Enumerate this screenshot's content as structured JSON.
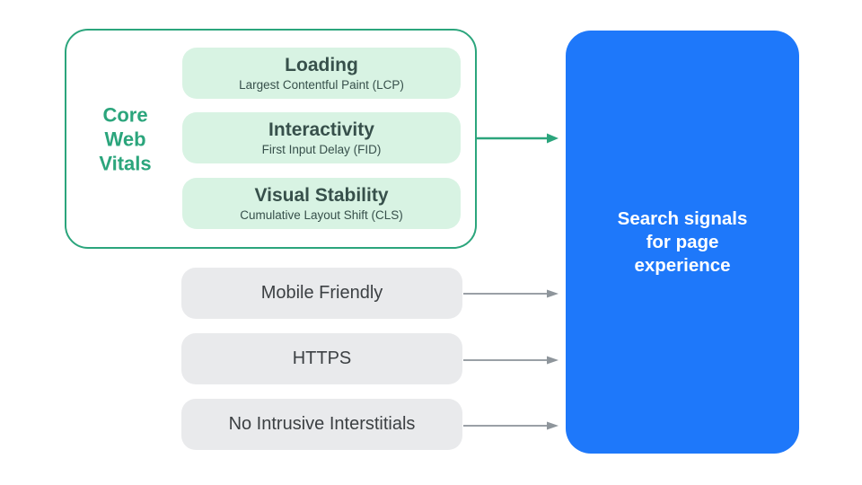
{
  "diagram": {
    "core_web_vitals": {
      "label": "Core Web Vitals",
      "metrics": [
        {
          "title": "Loading",
          "subtitle": "Largest Contentful Paint (LCP)"
        },
        {
          "title": "Interactivity",
          "subtitle": "First Input Delay (FID)"
        },
        {
          "title": "Visual Stability",
          "subtitle": "Cumulative Layout Shift (CLS)"
        }
      ]
    },
    "other_signals": [
      {
        "label": "Mobile Friendly"
      },
      {
        "label": "HTTPS"
      },
      {
        "label": "No Intrusive Interstitials"
      }
    ],
    "result_box": {
      "label": "Search signals for page experience"
    },
    "colors": {
      "accent_green": "#2BA57C",
      "mint_fill": "#D8F3E3",
      "metric_text": "#37504B",
      "gray_fill": "#E9EAEC",
      "gray_text": "#3C4043",
      "arrow_gray": "#8E959B",
      "blue_fill": "#1E78FA",
      "result_text": "#FFFFFF",
      "background": "#FFFFFF"
    }
  }
}
